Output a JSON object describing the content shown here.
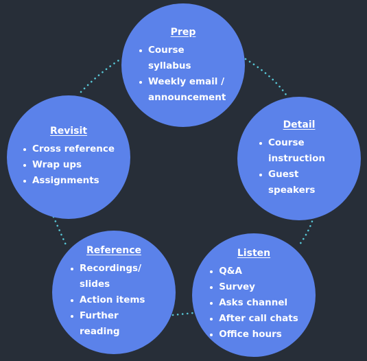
{
  "diagram": {
    "colors": {
      "background": "#272e38",
      "node_fill": "#5b82ea",
      "connector": "#58c7d6",
      "text": "#ffffff"
    },
    "nodes": [
      {
        "id": "prep",
        "title": "Prep",
        "items": [
          "Course syllabus",
          "Weekly email / announcement"
        ]
      },
      {
        "id": "detail",
        "title": "Detail",
        "items": [
          "Course instruction",
          "Guest speakers"
        ]
      },
      {
        "id": "listen",
        "title": "Listen",
        "items": [
          "Q&A",
          "Survey",
          "Asks channel",
          "After call chats",
          "Office hours"
        ]
      },
      {
        "id": "reference",
        "title": "Reference",
        "items": [
          "Recordings/ slides",
          "Action items",
          "Further reading"
        ]
      },
      {
        "id": "revisit",
        "title": "Revisit",
        "items": [
          "Cross reference",
          "Wrap ups",
          "Assignments"
        ]
      }
    ],
    "connections": [
      [
        "prep",
        "detail"
      ],
      [
        "detail",
        "listen"
      ],
      [
        "listen",
        "reference"
      ],
      [
        "reference",
        "revisit"
      ],
      [
        "revisit",
        "prep"
      ]
    ]
  }
}
